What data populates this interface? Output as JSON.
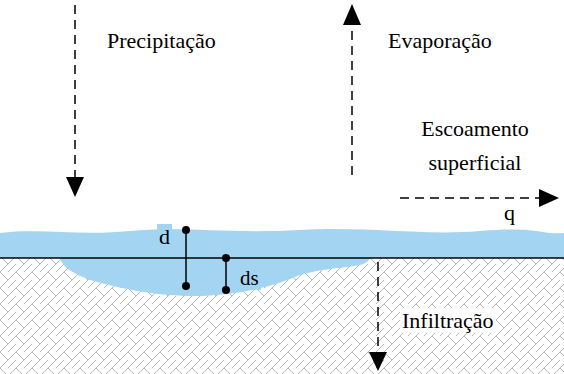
{
  "diagram": {
    "labels": [
      "Precipitação",
      "Evaporação",
      "Escoamento superficial",
      "q",
      "d",
      "ds",
      "Infiltração"
    ]
  }
}
